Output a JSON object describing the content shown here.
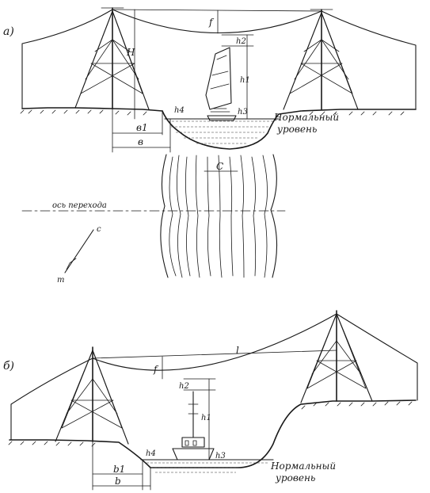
{
  "panel_a": {
    "letter": "а)",
    "labels": {
      "f": "f",
      "H": "H",
      "h2": "h2",
      "h1": "h1",
      "h3": "h3",
      "h4": "h4",
      "b1": "в1",
      "b": "в",
      "C": "C",
      "axis": "ось перехода",
      "comp_c": "c",
      "comp_m": "m"
    },
    "normal_level": [
      "Нормальный",
      "уровень"
    ]
  },
  "panel_b": {
    "letter": "б)",
    "labels": {
      "l": "l",
      "f": "f",
      "h2": "h2",
      "h1": "h1",
      "h4": "h4",
      "h3": "h3",
      "b1": "b1",
      "b": "b"
    },
    "normal_level": [
      "Нормальный",
      "уровень"
    ]
  }
}
